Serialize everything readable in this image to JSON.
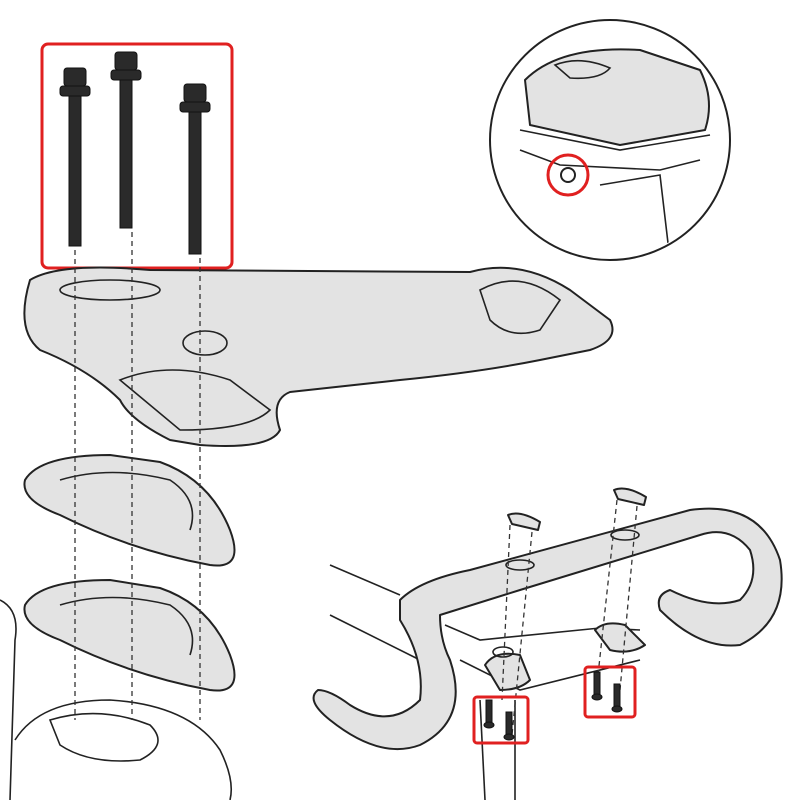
{
  "colors": {
    "highlight": "#e02020",
    "part_fill": "#e3e3e3",
    "outline": "#222222",
    "background": "#ffffff"
  },
  "parts": [
    {
      "name": "long-bolts",
      "count": 3
    },
    {
      "name": "short-bolts",
      "count": 4
    },
    {
      "name": "spacers",
      "count": 2
    },
    {
      "name": "cover-plugs",
      "count": 2
    }
  ]
}
